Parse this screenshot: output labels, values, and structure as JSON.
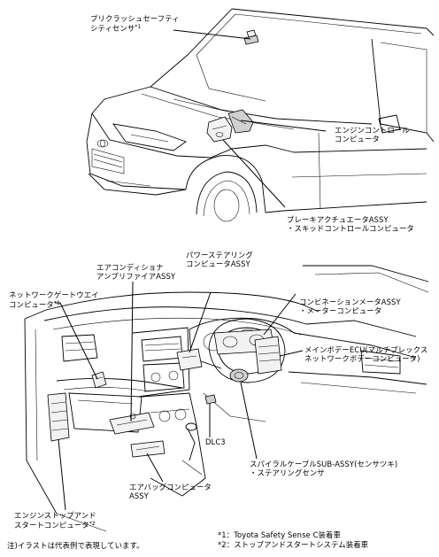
{
  "labels": {
    "precrash_sensor": {
      "line1": "プリクラッシュセーフティ",
      "line2": "シティセンサ",
      "mark": "*1"
    },
    "engine_ecu": {
      "line1": "エンジンコントロール",
      "line2": "コンピュータ"
    },
    "brake_actuator": {
      "line1": "ブレーキアクチュエータASSY",
      "line2": "・スキッドコントロールコンピュータ"
    },
    "power_steering": {
      "line1": "パワーステアリング",
      "line2": "コンピュータASSY"
    },
    "aircon_amp": {
      "line1": "エアコンディショナ",
      "line2": "アンプリファイアASSY"
    },
    "network_gateway": {
      "line1": "ネットワークゲートウエイ",
      "line2": "コンピュータ",
      "mark": "*1"
    },
    "combination_meter": {
      "line1": "コンビネーションメータASSY",
      "line2": "・メーターコンピュータ"
    },
    "main_body_ecu": {
      "line1": "メインボデーECU(マルチプレックス",
      "line2": "ネットワークボデーコンピュータ)"
    },
    "dlc3": {
      "line1": "DLC3"
    },
    "spiral_cable": {
      "line1": "スパイラルケーブルSUB-ASSY(センサツキ)",
      "line2": "・ステアリングセンサ"
    },
    "airbag_ecu": {
      "line1": "エアバッグコンピュータ",
      "line2": "ASSY"
    },
    "engine_stop_start": {
      "line1": "エンジンストップアンド",
      "line2": "スタートコンピュータ",
      "mark": "*2"
    }
  },
  "notes": {
    "illustration": "注)イラストは代表例で表現しています。",
    "star1": "*1：Toyota Safety Sense C装着車",
    "star2": "*2：ストップアンドスタートシステム装着車"
  }
}
